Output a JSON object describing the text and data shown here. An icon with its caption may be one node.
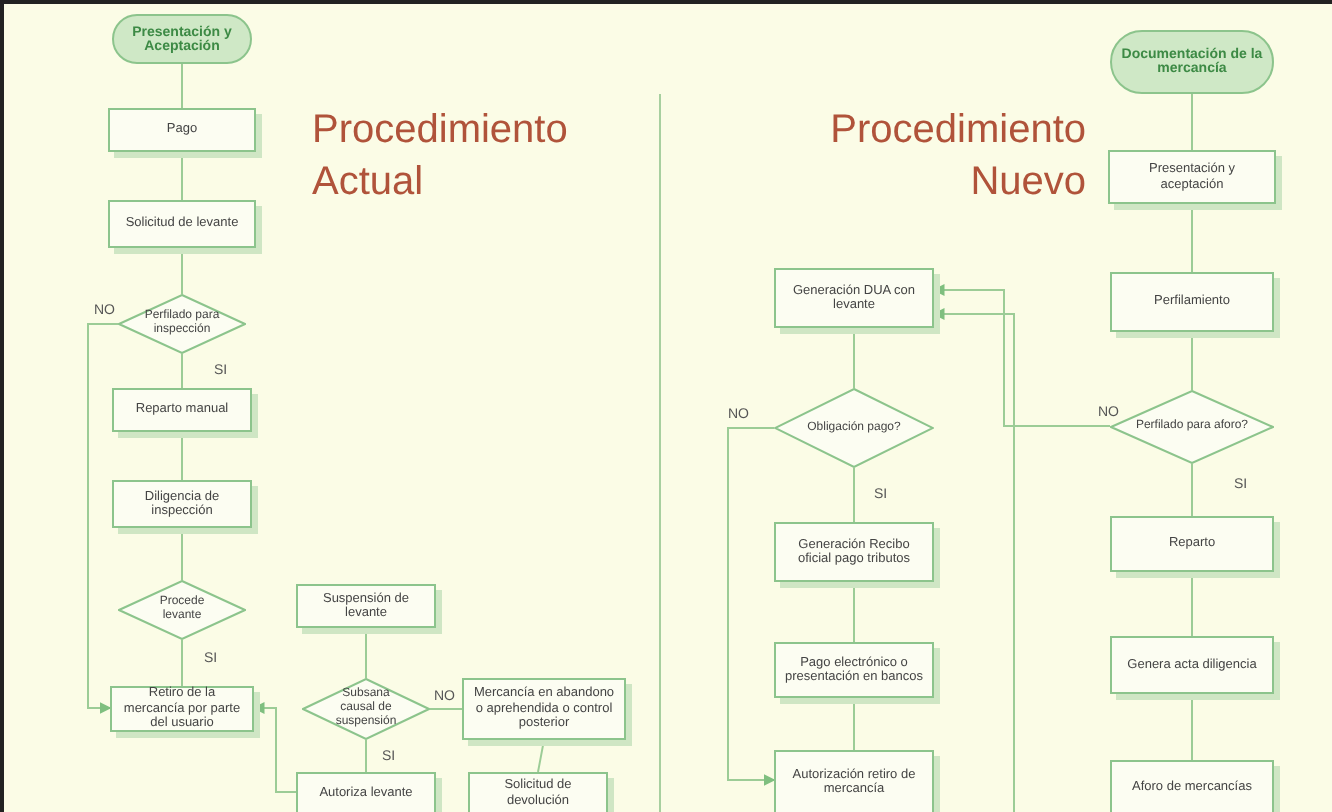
{
  "diagram": {
    "nodes": [
      {
        "text": [
          "Presentación y Aceptación"
        ]
      },
      {
        "text": [
          "Pago"
        ]
      },
      {
        "text": [
          "Solicitud de levante"
        ]
      },
      {
        "text": [
          "Perfilado para inspección"
        ]
      },
      {
        "text": [
          "Reparto manual"
        ]
      },
      {
        "text": [
          "Diligencia de inspección"
        ]
      },
      {
        "text": [
          "Procede levante"
        ]
      },
      {
        "text": [
          "Retiro de la mercancía por parte del usuario"
        ]
      },
      {
        "text": [
          "Suspensión de levante"
        ]
      },
      {
        "text": [
          "Subsana causal de suspensión"
        ]
      },
      {
        "text": [
          "Mercancía en abandono o aprehendida o control posterior"
        ]
      },
      {
        "text": [
          "Autoriza levante"
        ]
      },
      {
        "text": [
          "Solicitud de devolución"
        ]
      },
      {
        "text": [
          "Documentación de la mercancía"
        ]
      },
      {
        "text": [
          "Presentación y aceptación"
        ]
      },
      {
        "text": [
          "Perfilamiento"
        ]
      },
      {
        "text": [
          "Perfilado para aforo?"
        ]
      },
      {
        "text": [
          "Reparto"
        ]
      },
      {
        "text": [
          "Genera acta diligencia"
        ]
      },
      {
        "text": [
          "Aforo de mercancías"
        ]
      },
      {
        "text": [
          "Generación DUA con levante"
        ]
      },
      {
        "text": [
          "Obligación pago?"
        ]
      },
      {
        "text": [
          "Generación Recibo oficial pago tributos"
        ]
      },
      {
        "text": [
          "Pago electrónico o presentación en bancos"
        ]
      },
      {
        "text": [
          "Autorización retiro de mercancía"
        ]
      }
    ],
    "edges": [
      {
        "from": 0,
        "to": 1,
        "arrow": "none"
      },
      {
        "from": 1,
        "to": 2,
        "arrow": "none"
      },
      {
        "from": 2,
        "to": 3,
        "arrow": "none"
      },
      {
        "from": 3,
        "to": 4,
        "arrow": "none",
        "label": "SI"
      },
      {
        "from": 3,
        "to": 7,
        "arrow": "to",
        "label": "NO"
      },
      {
        "from": 4,
        "to": 5,
        "arrow": "none"
      },
      {
        "from": 5,
        "to": 6,
        "arrow": "none"
      },
      {
        "from": 6,
        "to": 7,
        "arrow": "none",
        "label": "SI"
      },
      {
        "from": 8,
        "to": 9,
        "arrow": "none"
      },
      {
        "from": 9,
        "to": 10,
        "arrow": "none",
        "label": "NO"
      },
      {
        "from": 9,
        "to": 11,
        "arrow": "none",
        "label": "SI"
      },
      {
        "from": 11,
        "to": 7,
        "arrow": "to"
      },
      {
        "from": 10,
        "to": 12,
        "arrow": "none"
      },
      {
        "from": 13,
        "to": 14,
        "arrow": "none"
      },
      {
        "from": 14,
        "to": 15,
        "arrow": "none"
      },
      {
        "from": 15,
        "to": 16,
        "arrow": "none"
      },
      {
        "from": 16,
        "to": 20,
        "arrow": "to",
        "label": "NO"
      },
      {
        "from": 16,
        "to": 17,
        "arrow": "none",
        "label": "SI"
      },
      {
        "from": 17,
        "to": 18,
        "arrow": "none"
      },
      {
        "from": 18,
        "to": 19,
        "arrow": "none"
      },
      {
        "from": 20,
        "to": 21,
        "arrow": "none"
      },
      {
        "from": 21,
        "to": 22,
        "arrow": "none",
        "label": "SI"
      },
      {
        "from": 22,
        "to": 23,
        "arrow": "none"
      },
      {
        "from": 23,
        "to": 24,
        "arrow": "none"
      },
      {
        "from": 21,
        "to": 24,
        "arrow": "to",
        "label": "NO"
      },
      {
        "from": null,
        "to": 20,
        "arrow": "to"
      }
    ],
    "labels": [
      "Procedimiento Actual",
      "Procedimiento Nuevo"
    ]
  }
}
